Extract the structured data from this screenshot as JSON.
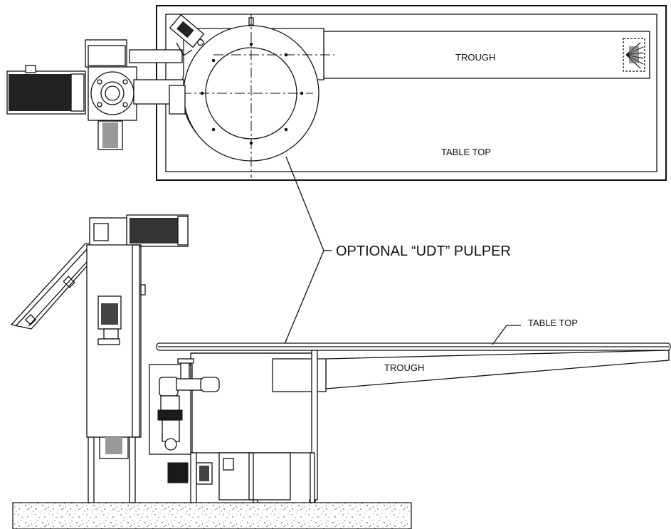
{
  "labels": {
    "trough_top": "TROUGH",
    "table_top_top": "TABLE TOP",
    "callout": "OPTIONAL “UDT” PULPER",
    "table_top_side": "TABLE TOP",
    "trough_side": "TROUGH"
  }
}
